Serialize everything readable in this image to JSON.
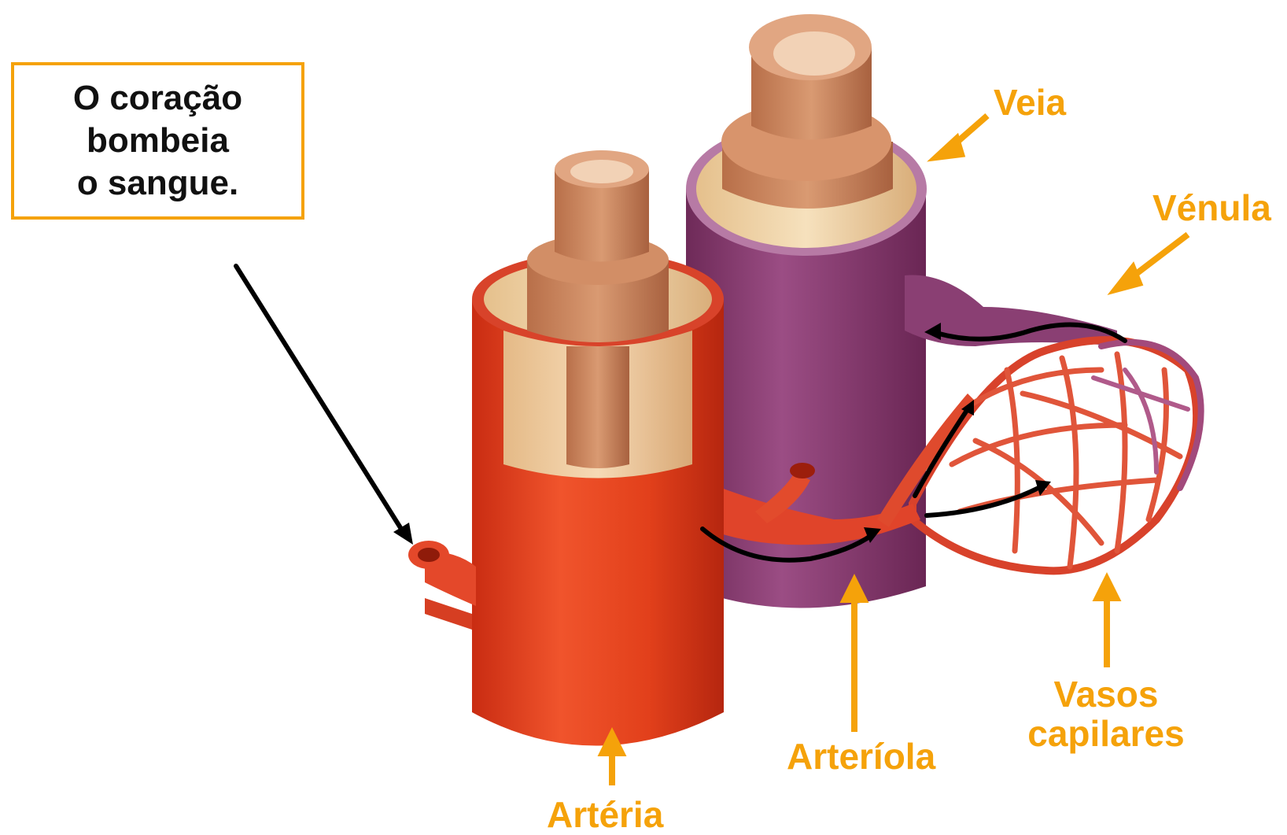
{
  "callout": {
    "text": "O coração\nbombeia\no sangue."
  },
  "labels": {
    "veia": "Veia",
    "venula": "Vénula",
    "arteriola": "Arteríola",
    "vasos_capilares": "Vasos\ncapilares",
    "arteria": "Artéria"
  },
  "colors": {
    "label_orange": "#f5a20a",
    "artery_red": "#e8401f",
    "vein_purple": "#8a3f73",
    "tissue_tan": "#e9c79a",
    "flow_arrow": "#000000"
  }
}
